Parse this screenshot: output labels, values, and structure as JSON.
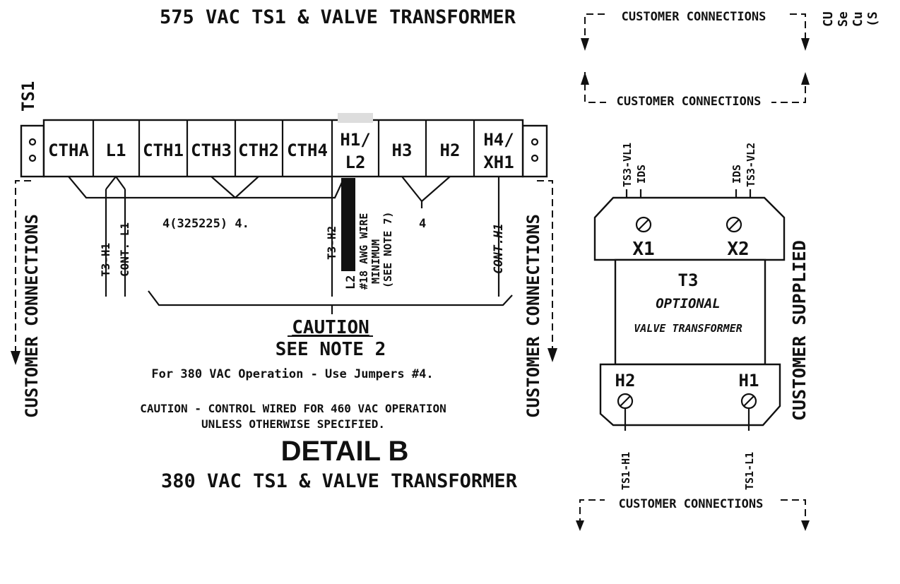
{
  "detail_a": {
    "title": "575 VAC TS1 & VALVE TRANSFORMER"
  },
  "terminal_strip": {
    "name": "TS1",
    "terminals": [
      "CTHA",
      "L1",
      "CTH1",
      "CTH3",
      "CTH2",
      "CTH4",
      "H1/",
      "L2",
      "H3",
      "H2",
      "H4/",
      "XH1"
    ]
  },
  "wires": {
    "t3_h1": "T3-H1",
    "cont_l1": "CONT. L1",
    "jumper_mid": "4(325225) 4.",
    "t3_h2": "T3-H2",
    "l2": "L2",
    "awg_line1": "#18 AWG WIRE",
    "awg_line2": "MINIMUM",
    "awg_line3": "(SEE NOTE 7)",
    "jumper_right": "4",
    "cont_h1": "CONT.H1"
  },
  "side_labels": {
    "left": "CUSTOMER CONNECTIONS",
    "right": "CUSTOMER CONNECTIONS",
    "supplied": "CUSTOMER SUPPLIED"
  },
  "caution": {
    "heading": "CAUTION",
    "note": "SEE NOTE 2",
    "line1": "For 380 VAC Operation - Use Jumpers #4.",
    "line2": "CAUTION - CONTROL WIRED FOR 460 VAC OPERATION",
    "line3": "UNLESS OTHERWISE SPECIFIED."
  },
  "detail_b": {
    "heading": "DETAIL B",
    "title": "380 VAC TS1 & VALVE TRANSFORMER"
  },
  "transformer": {
    "top_label_1": "CUSTOMER CONNECTIONS",
    "top_label_2": "CUSTOMER CONNECTIONS",
    "vl1": "TS3-VL1",
    "ids_left": "IDS",
    "ids_right": "IDS",
    "vl2": "TS3-VL2",
    "x1": "X1",
    "x2": "X2",
    "name": "T3",
    "optional": "OPTIONAL",
    "desc": "VALVE TRANSFORMER",
    "h2": "H2",
    "h1": "H1",
    "ts1_h1": "TS1-H1",
    "ts1_l1": "TS1-L1",
    "bottom_label": "CUSTOMER CONNECTIONS"
  },
  "edge_text": {
    "line1": "CU",
    "line2": "Se",
    "line3": "Cu",
    "line4": "(S"
  }
}
